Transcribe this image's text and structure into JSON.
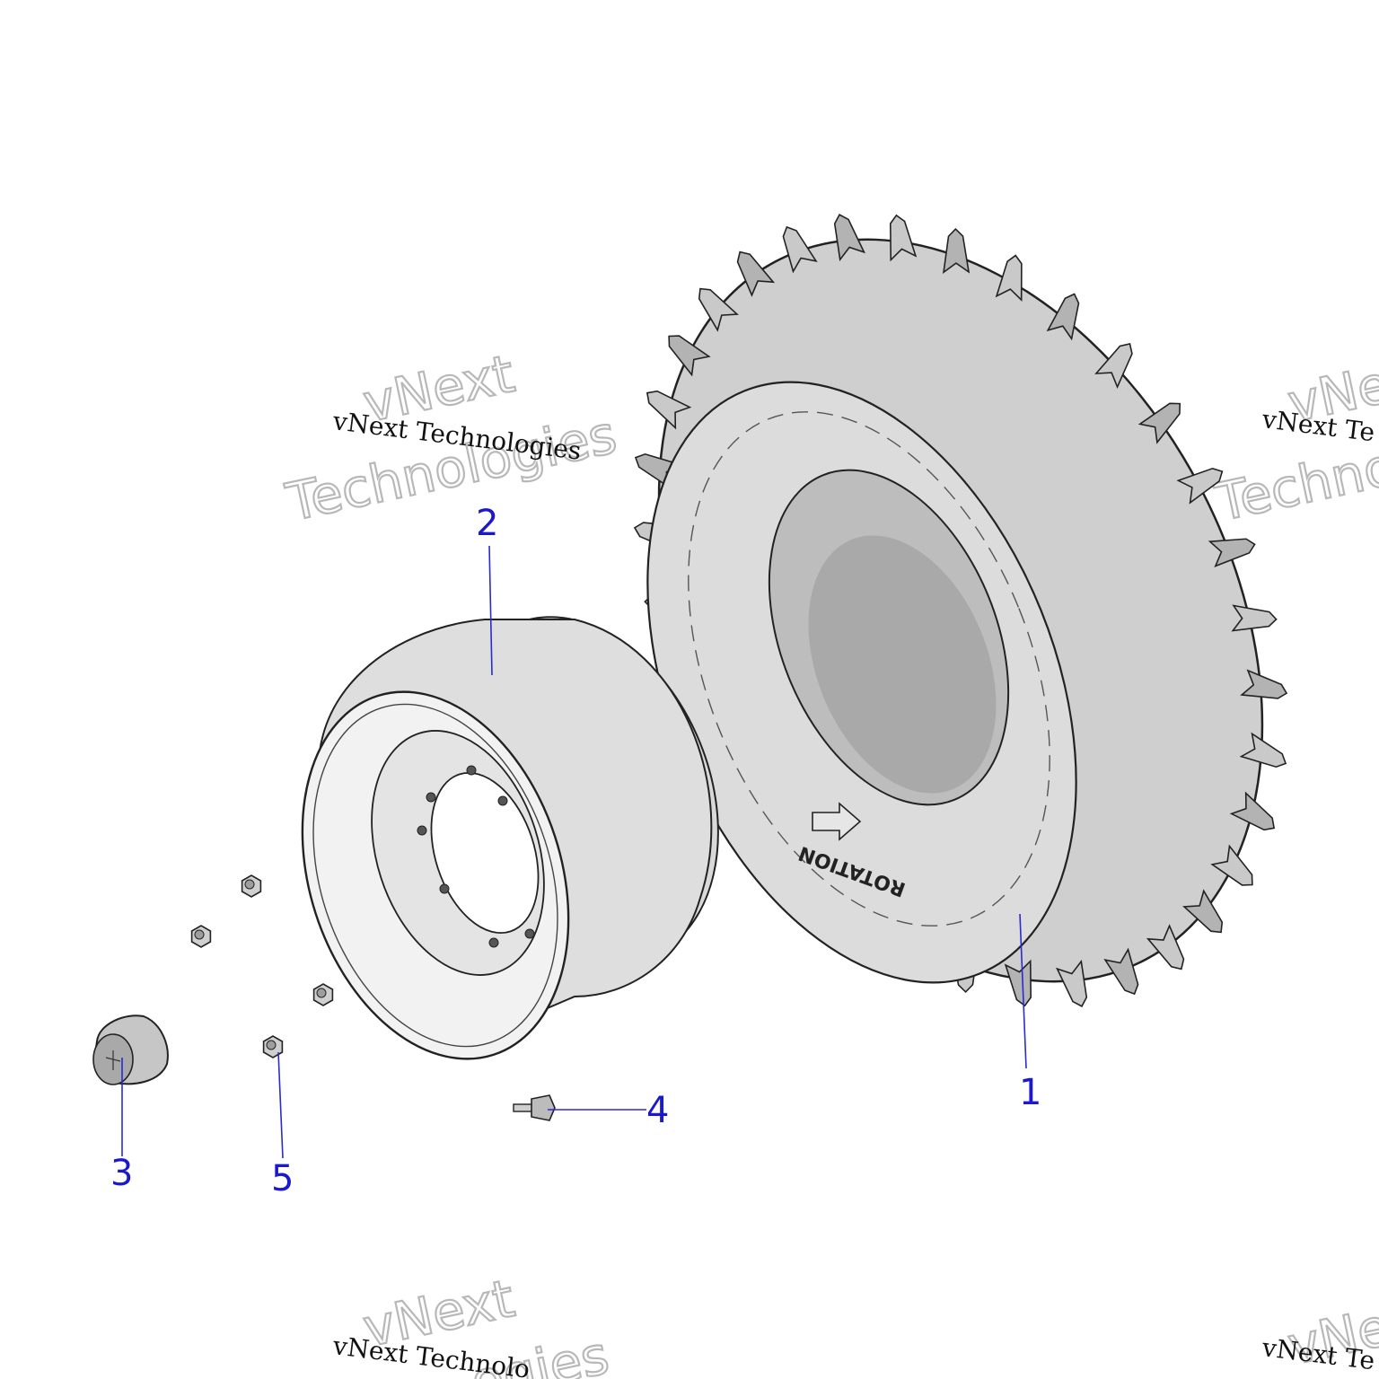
{
  "watermarks": {
    "primary_text": "vNext Technologies",
    "outline_line1": "vNext",
    "outline_line2": "Technologies",
    "right_clip_text": "vNext Te",
    "right_outline1": "vNe",
    "right_outline2": "Techno",
    "bottom_left_text": "vNext Technolo",
    "bottom_left_outline1": "vNext",
    "bottom_left_outline2": "ogies",
    "bottom_right_text": "vNext Te",
    "bottom_right_outline": "vNe"
  },
  "callouts": [
    {
      "id": "1",
      "label": "1",
      "part": "tire"
    },
    {
      "id": "2",
      "label": "2",
      "part": "wheel-rim"
    },
    {
      "id": "3",
      "label": "3",
      "part": "hub-cap"
    },
    {
      "id": "4",
      "label": "4",
      "part": "valve-stem"
    },
    {
      "id": "5",
      "label": "5",
      "part": "lug-nut"
    }
  ],
  "tire_text": "ROTATION",
  "colors": {
    "callout": "#1a1acc",
    "part_fill": "#d4d4d4",
    "part_shadow": "#a9a9a9",
    "outline": "#222222"
  }
}
